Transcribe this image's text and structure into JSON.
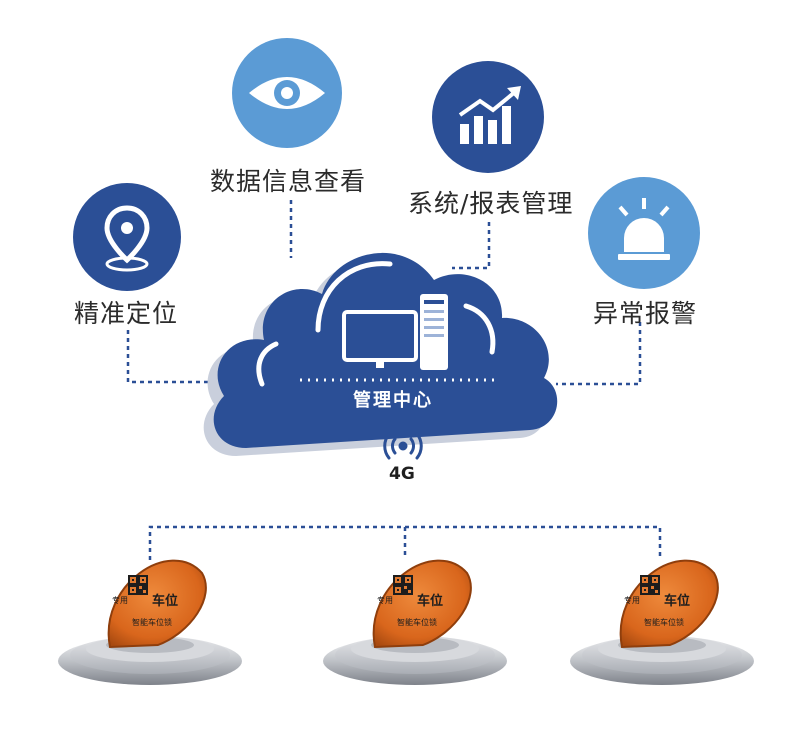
{
  "features": {
    "locate": {
      "label": "精准定位",
      "icon": "location-pin-icon"
    },
    "data_view": {
      "label": "数据信息查看",
      "icon": "eye-icon"
    },
    "report": {
      "label": "系统/报表管理",
      "icon": "bar-chart-trend-icon"
    },
    "alarm": {
      "label": "异常报警",
      "icon": "alarm-light-icon"
    }
  },
  "cloud": {
    "label": "管理中心",
    "icon": "computer-server-icon"
  },
  "network": {
    "label": "4G",
    "icon": "wireless-signal-icon"
  },
  "locks": [
    {
      "qr_icon": "qr-code-icon",
      "front_text": "智能车位锁",
      "side_text": "专用",
      "big_text": "车位"
    },
    {
      "qr_icon": "qr-code-icon",
      "front_text": "智能车位锁",
      "side_text": "专用",
      "big_text": "车位"
    },
    {
      "qr_icon": "qr-code-icon",
      "front_text": "智能车位锁",
      "side_text": "专用",
      "big_text": "车位"
    }
  ],
  "colors": {
    "dark_blue": "#2b4f96",
    "light_blue": "#5b9bd5",
    "cloud_side": "#c9cfdc",
    "lock_orange": "#d9661c",
    "lock_silver": "#c9cbcf"
  }
}
